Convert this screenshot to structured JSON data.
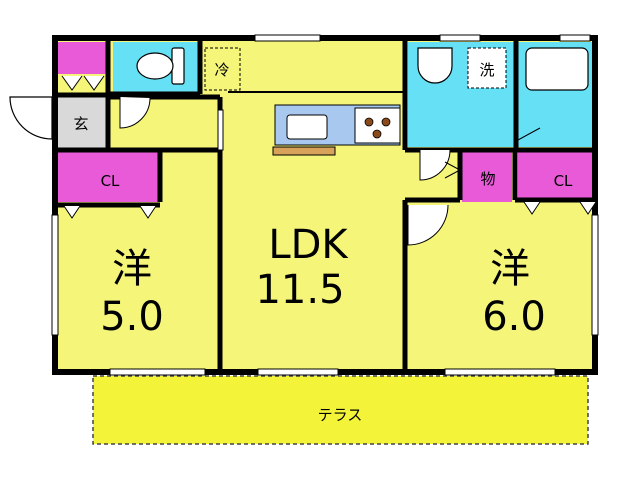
{
  "rooms": {
    "genkan": "玄",
    "reizouko": "冷",
    "sentaku": "洗",
    "mono": "物",
    "cl_left": "CL",
    "cl_right": "CL",
    "room_left_kind": "洋",
    "room_left_size": "5.0",
    "ldk_kind": "LDK",
    "ldk_size": "11.5",
    "room_right_kind": "洋",
    "room_right_size": "6.0",
    "terrace": "テラス"
  },
  "colors": {
    "room_yellow": "#f5f57a",
    "wet_cyan": "#66e0f5",
    "closet_magenta": "#e85ad8",
    "terrace_yellow": "#f3f33a",
    "hall_gray": "#d9d9d9",
    "counter_blue": "#a8c8f0",
    "wall": "#000000"
  }
}
